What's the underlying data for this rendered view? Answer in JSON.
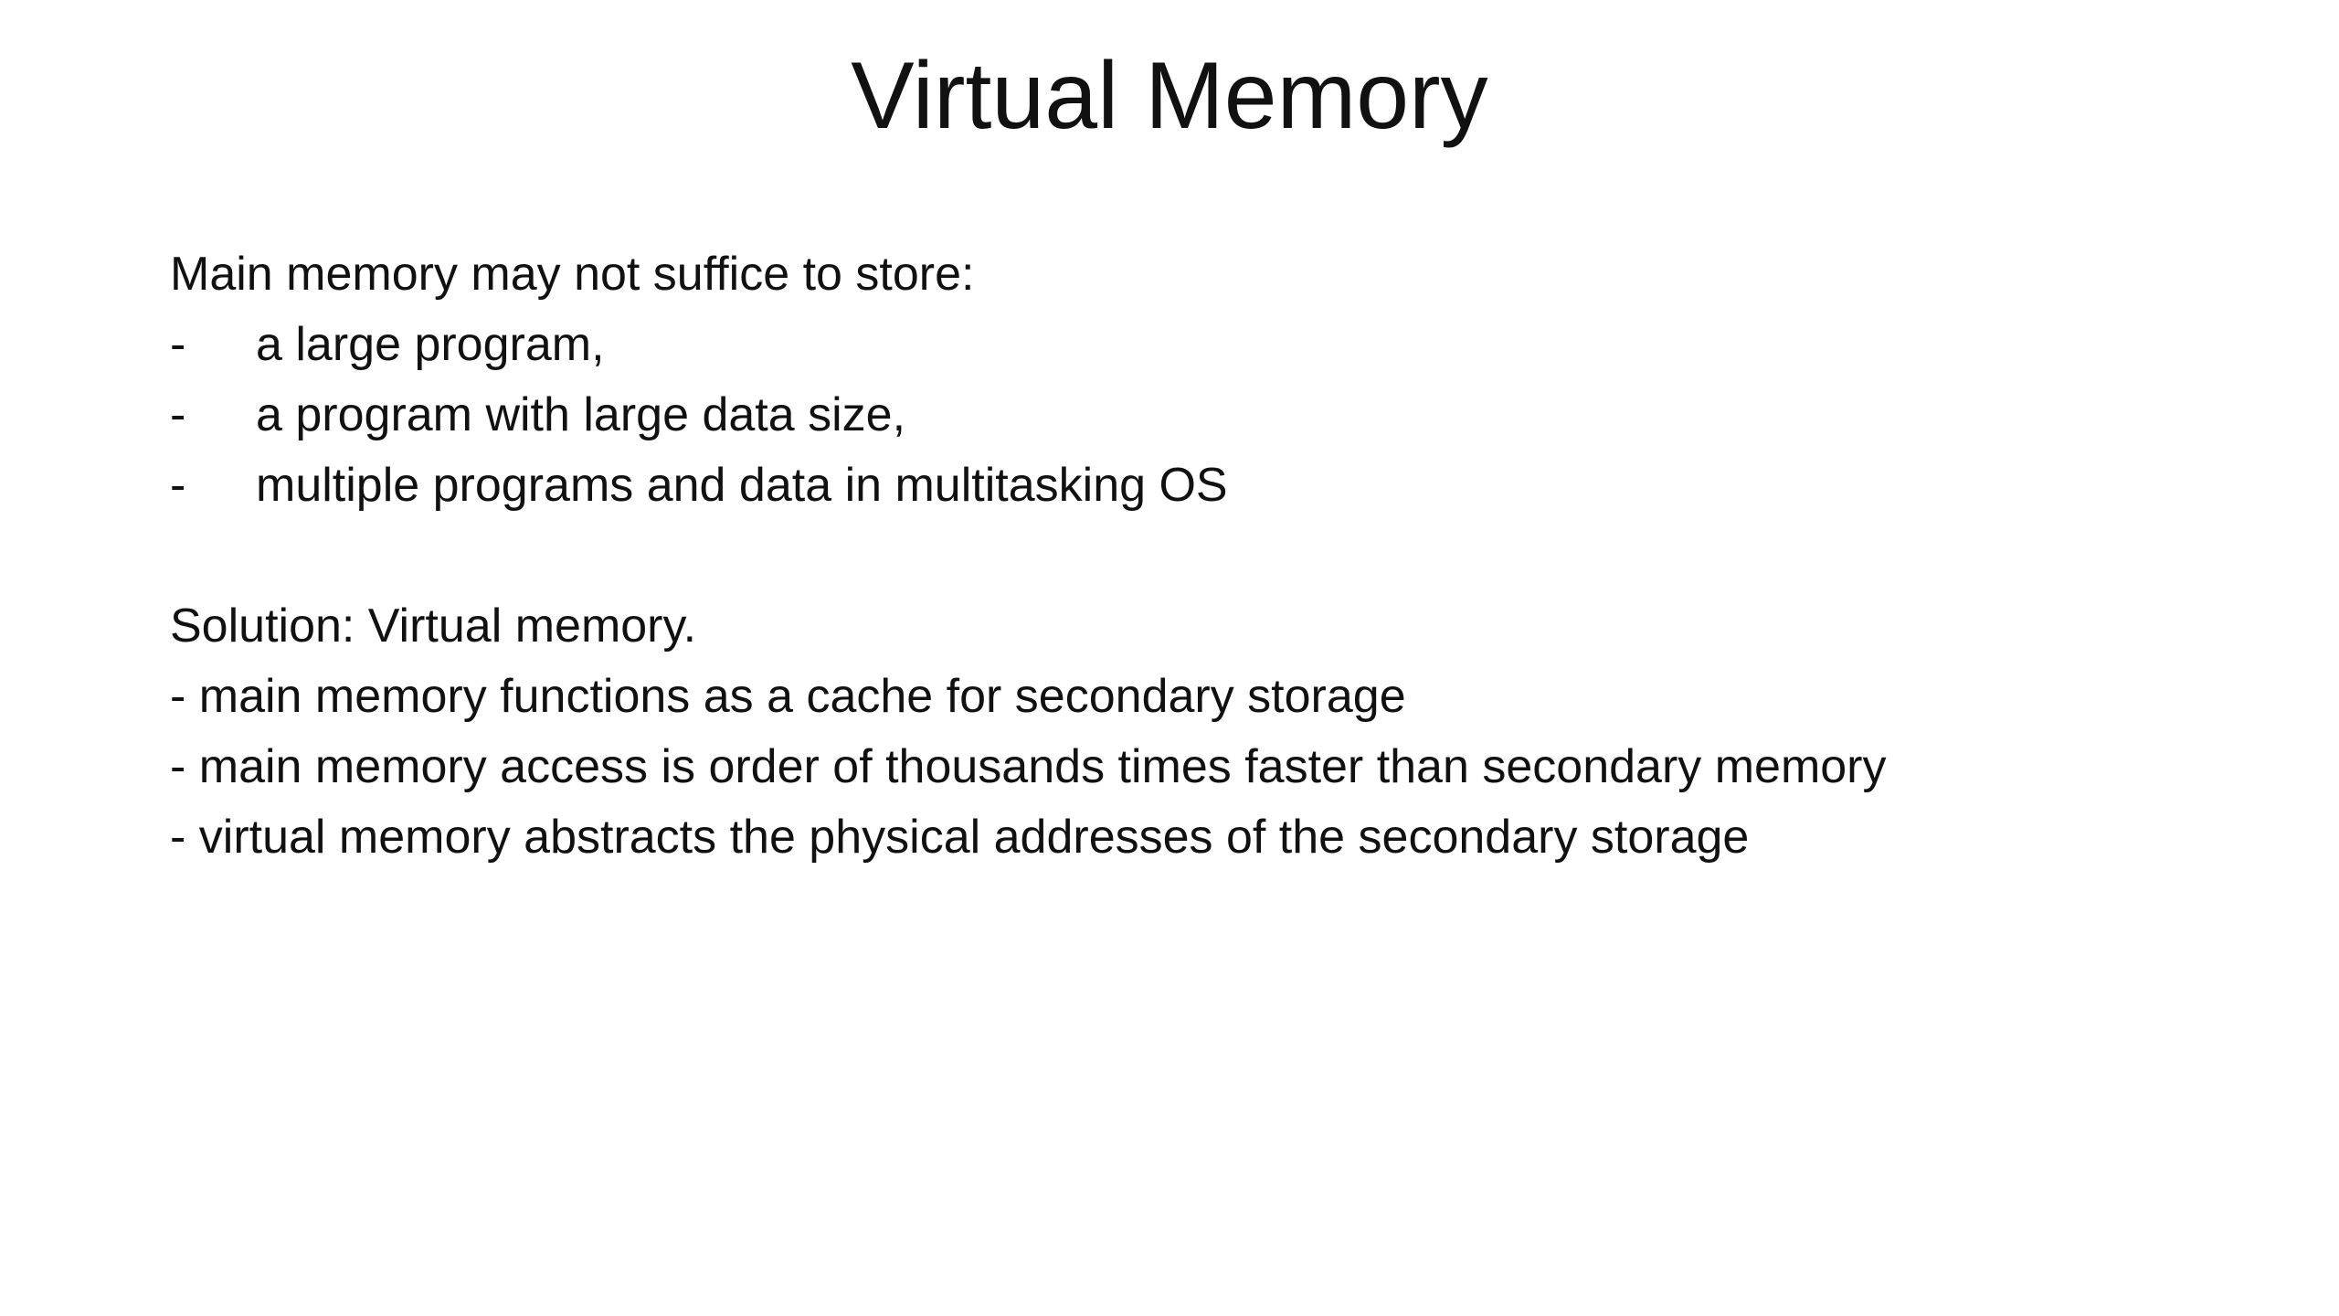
{
  "title": "Virtual Memory",
  "problem": {
    "intro": "Main memory may not suffice to store:",
    "items": [
      "a large program,",
      "a program with large data size,",
      "multiple programs and data in multitasking OS"
    ],
    "bullet": "-"
  },
  "solution": {
    "intro": "Solution: Virtual memory.",
    "items": [
      "- main memory functions as a cache for secondary storage",
      "- main memory access is order of thousands times faster than secondary memory",
      "- virtual memory abstracts the physical addresses of the secondary storage"
    ]
  }
}
